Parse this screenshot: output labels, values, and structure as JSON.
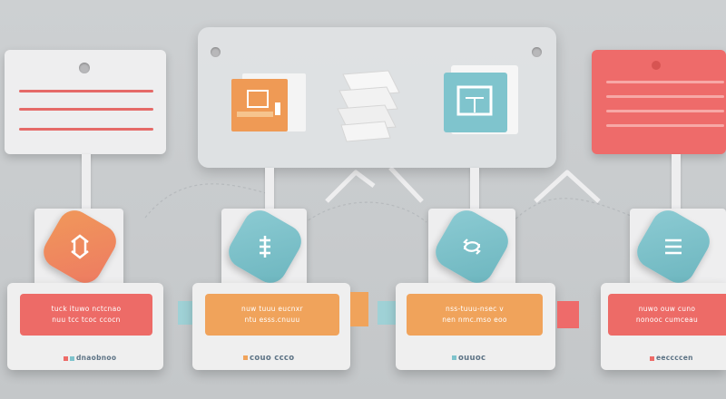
{
  "colors": {
    "coral": "#ee6766",
    "orange": "#f0a35b",
    "teal": "#7ec3cc",
    "panel": "#eeeeef",
    "background": "#c9ccce",
    "footer_text": "#5d7385"
  },
  "top_panels": {
    "left_card": {
      "icon": "pin-dot-icon"
    },
    "center_panel": {
      "icons": [
        "orange-folder-icon",
        "paper-stack-icon",
        "teal-document-icon"
      ]
    },
    "right_card": {
      "icon": "pin-dot-icon"
    }
  },
  "steps": [
    {
      "accent": "coral-orange",
      "icon": "recycle-icon",
      "band_line1": "tuck ituwo nctcnao",
      "band_line2": "nuu tcc tcoc ccocn",
      "footer": "dnaobnoo"
    },
    {
      "accent": "orange",
      "icon": "thermometer-icon",
      "band_line1": "nuw tuuu eucnxr",
      "band_line2": "ntu esss.cnuuu",
      "footer": "couo ccco"
    },
    {
      "accent": "teal",
      "icon": "recycle-icon",
      "band_line1": "nss-tuuu-nsec v",
      "band_line2": "nen nmc.mso eoo",
      "footer": "ouuoc"
    },
    {
      "accent": "coral-teal",
      "icon": "list-icon",
      "band_line1": "nuwo ouw cuno",
      "band_line2": "nonooc cumceau",
      "footer": "eeccccen"
    }
  ]
}
